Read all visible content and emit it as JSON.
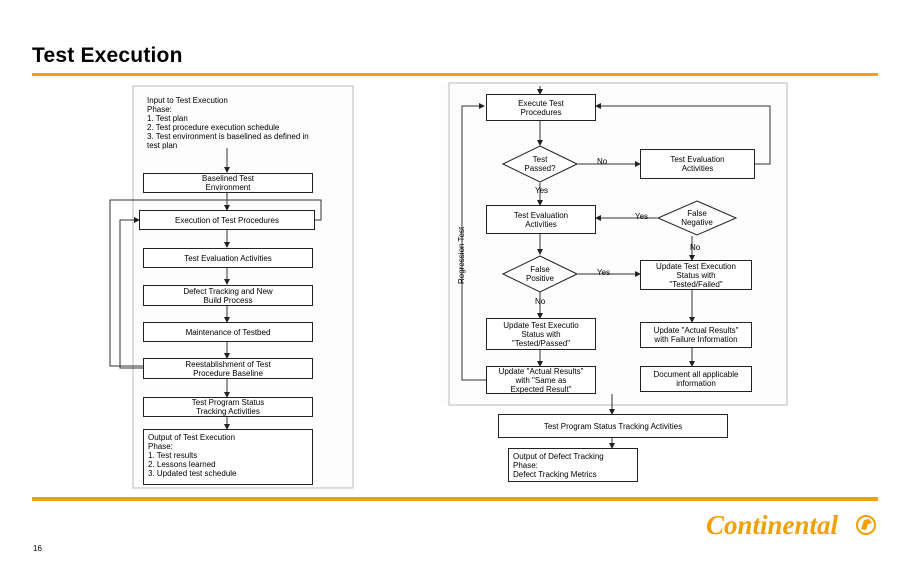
{
  "slide": {
    "title": "Test Execution",
    "page_number": "16",
    "brand": "Continental",
    "accent_color": "#f2a000"
  },
  "left_flow": {
    "input_box": "Input to Test Execution\nPhase:\n1. Test plan\n2. Test procedure execution schedule\n3. Test environment is baselined as defined in test plan",
    "baselined_env": "Baselined Test\nEnvironment",
    "execution": "Execution of Test Procedures",
    "evaluation": "Test Evaluation Activities",
    "defect_tracking": "Defect Tracking and New\nBuild Process",
    "maintenance": "Maintenance of Testbed",
    "reestablishment": "Reestablishment of Test\nProcedure Baseline",
    "status_tracking": "Test Program Status\nTracking Activities",
    "output_box": "Output of Test Execution\nPhase:\n1. Test results\n2. Lessons learned\n3. Updated test schedule"
  },
  "right_flow": {
    "execute": "Execute Test\nProcedures",
    "test_passed": "Test\nPassed?",
    "evaluation_top": "Test Evaluation\nActivities",
    "evaluation_mid": "Test Evaluation\nActivities",
    "false_negative": "False\nNegative",
    "false_positive": "False\nPositive",
    "update_failed": "Update Test Execution\nStatus with\n\"Tested/Failed\"",
    "update_passed": "Update Test Executio\nStatus with\n\"Tested/Passed\"",
    "update_actual_failure": "Update \"Actual Results\"\nwith Failure Information",
    "update_actual_same": "Update \"Actual Results\"\nwith \"Same as\nExpected Result\"",
    "document_all": "Document all applicable\ninformation",
    "program_status": "Test Program Status Tracking Activities",
    "output_defect": "Output of Defect Tracking\nPhase:\nDefect Tracking Metrics",
    "regression_label": "Regression Test",
    "label_no_1": "No",
    "label_yes_1": "Yes",
    "label_yes_2": "Yes",
    "label_no_2": "No",
    "label_yes_3": "Yes",
    "label_no_3": "No"
  }
}
